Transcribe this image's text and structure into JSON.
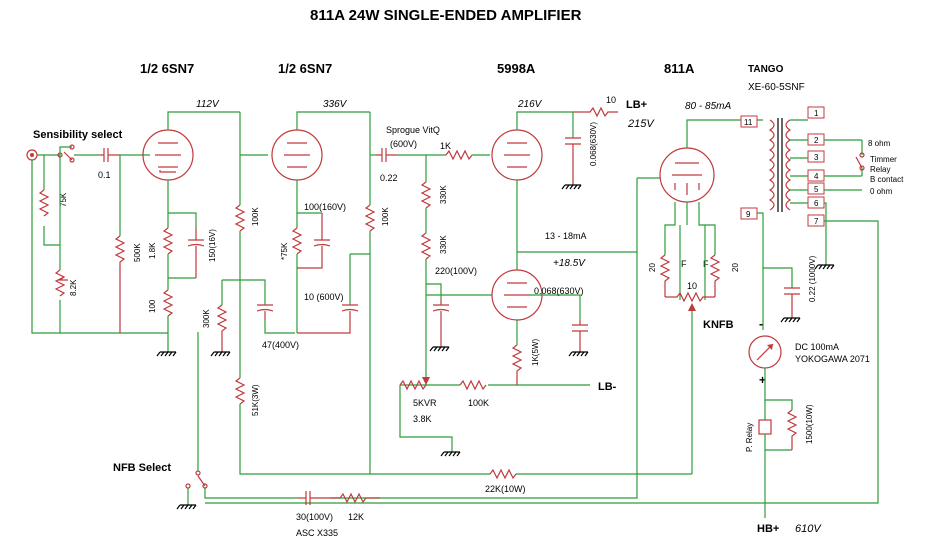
{
  "title": "811A 24W SINGLE-ENDED AMPLIFIER",
  "tubes": {
    "v1": "1/2 6SN7",
    "v2": "1/2 6SN7",
    "v3": "5998A",
    "v4": "811A"
  },
  "transformer": {
    "brand": "TANGO",
    "model": "XE-60-5SNF"
  },
  "voltages": {
    "v1_plate": "112V",
    "v2_plate": "336V",
    "v3_plate": "216V",
    "v4_current": "80 - 85mA",
    "lb_plus_v": "215V",
    "follower_cathode": "+18.5V",
    "hb_v": "610V",
    "follower_current": "13 - 18mA"
  },
  "labels": {
    "sensibility": "Sensibility select",
    "nfb_select": "NFB Select",
    "knfb": "KNFB",
    "lb_plus": "LB+",
    "lb_minus": "LB-",
    "hb_plus": "HB+",
    "meter": "DC 100mA",
    "meter_brand": "YOKOGAWA 2071",
    "sprogue": "Sprogue VitQ",
    "sprogue_v": "(600V)",
    "ohm8": "8 ohm",
    "ohm0": "0 ohm",
    "relay1": "Timmer",
    "relay2": "Relay",
    "relay3": "B contact",
    "p_relay": "P. Relay",
    "asc": "ASC X335",
    "filament_f1": "F",
    "filament_f2": "F"
  },
  "components": {
    "c_in": "0.1",
    "r_75k_in": "75K",
    "r_8k2": "8.2K",
    "r_500k": "500K",
    "r_1k8": "1.8K",
    "r_100": "100",
    "c_150": "150(16V)",
    "r_100k_a": "100K",
    "r_300k": "300K",
    "r_51k": "51K(3W)",
    "r_75k_b": "*75K",
    "c_100_160": "100(160V)",
    "c_10_600": "10 (600V)",
    "c_47_400": "47(400V)",
    "r_100k_b": "100K",
    "c_022": "0.22",
    "r_1k": "1K",
    "r_330k_a": "330K",
    "r_330k_b": "330K",
    "c_220_100": "220(100V)",
    "r_10": "10",
    "c_0068_a": "0.068(630V)",
    "c_0068_b": "0.068(630V)",
    "r_1k5w": "1K(5W)",
    "vr_5k": "5KVR",
    "r_3k8": "3.8K",
    "r_100k_c": "100K",
    "r_22k": "22K(10W)",
    "c_30": "30(100V)",
    "r_12k": "12K",
    "r_20a": "20",
    "r_20b": "20",
    "r_10b": "10",
    "c_022_1000": "0.22 (1000V)",
    "r_1500": "1500(10W)"
  },
  "pins": [
    "11",
    "1",
    "2",
    "3",
    "4",
    "5",
    "6",
    "7",
    "9"
  ]
}
